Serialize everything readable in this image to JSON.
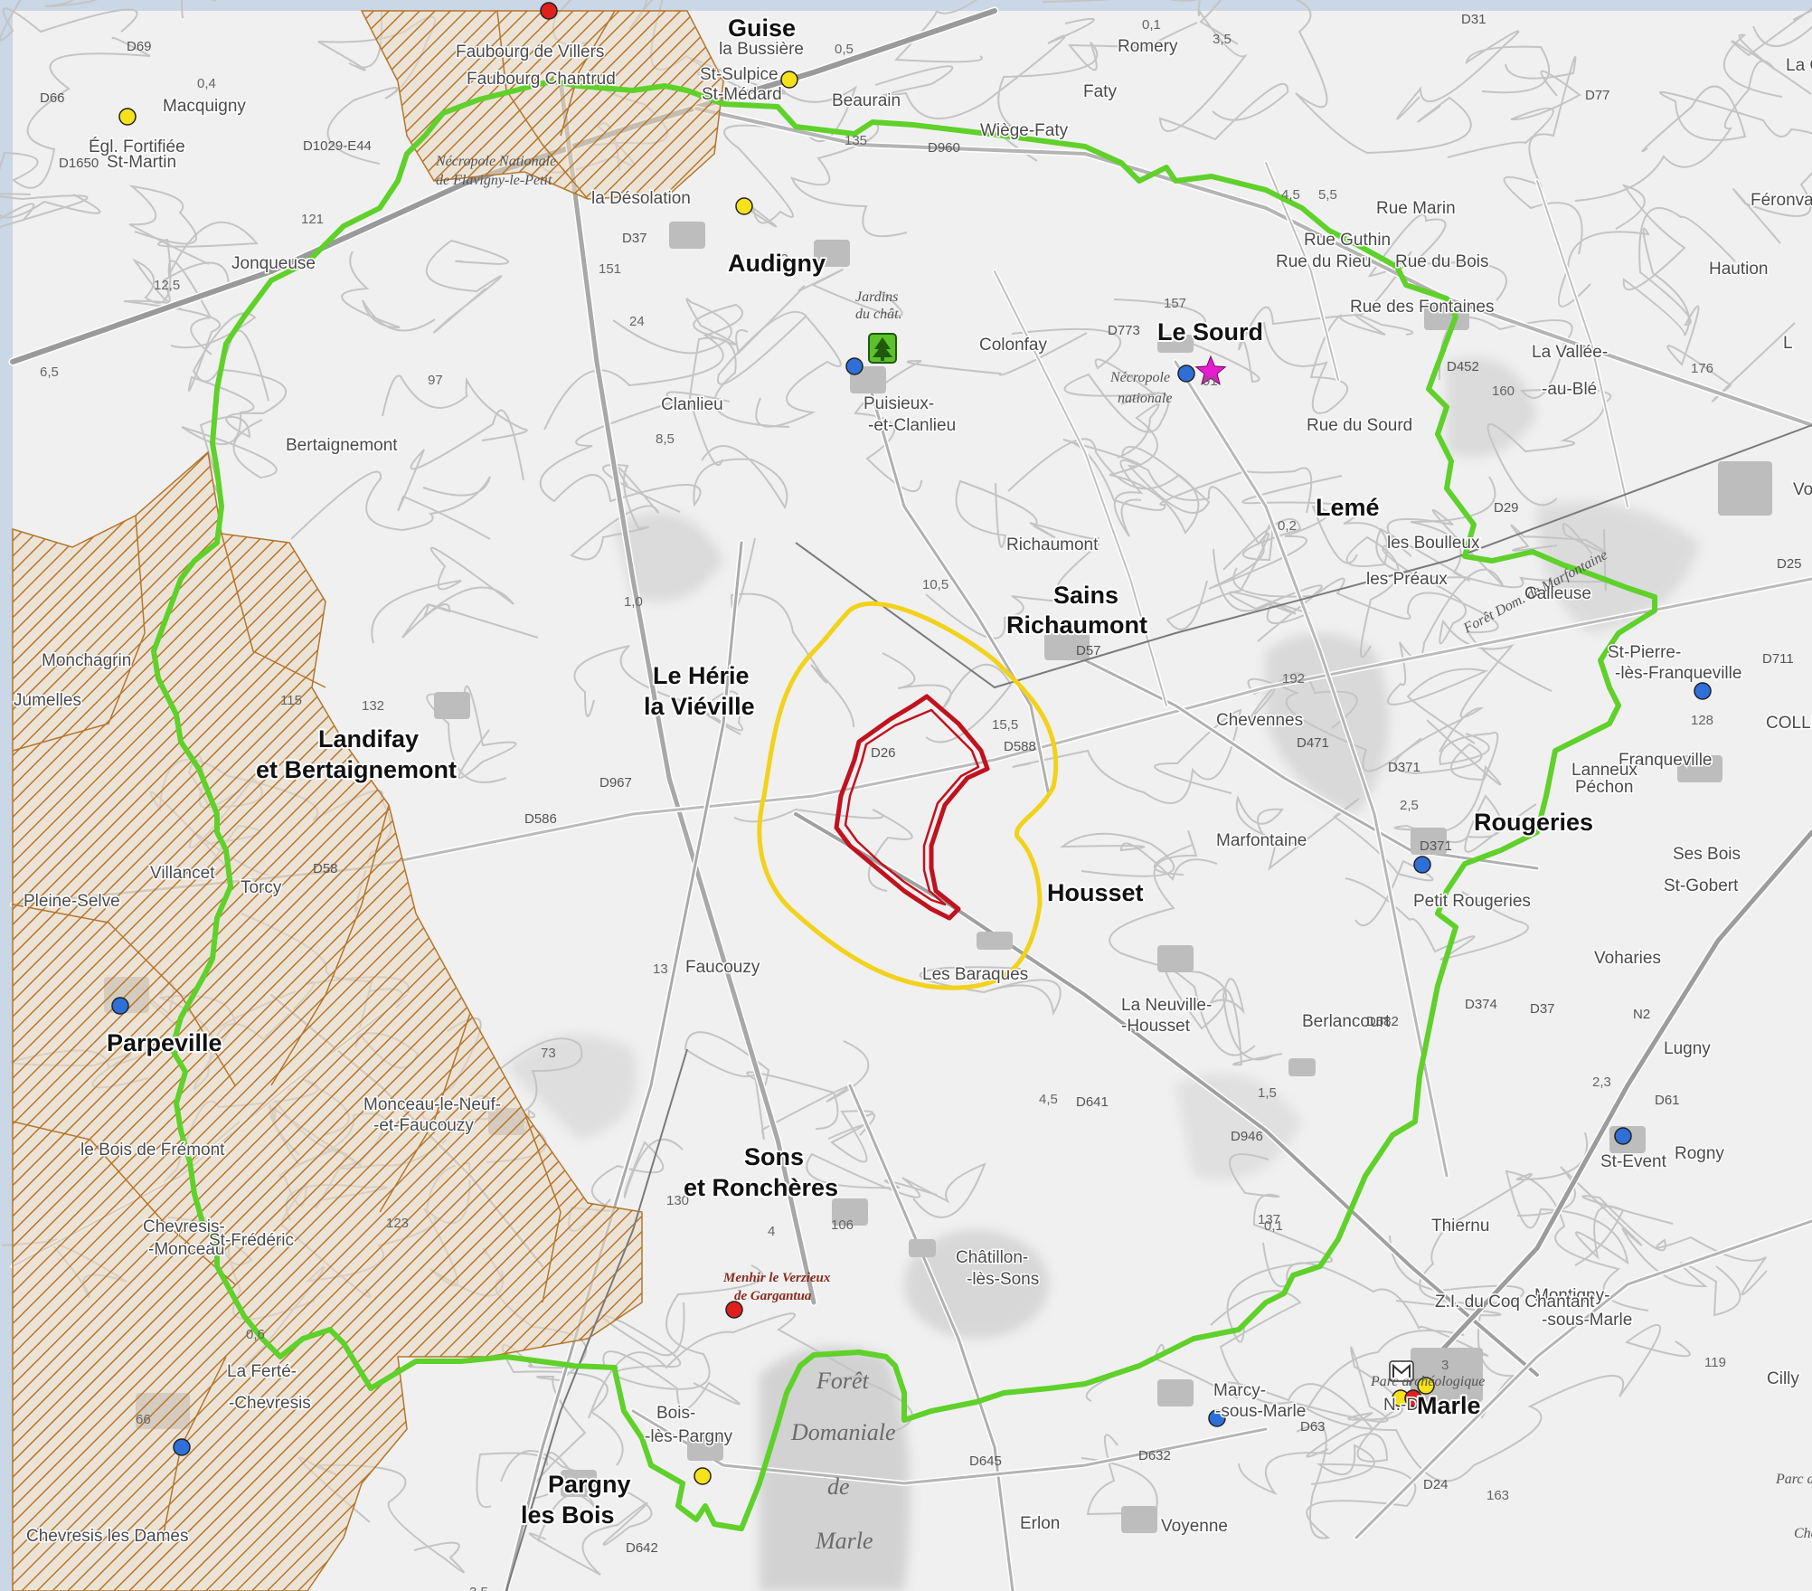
{
  "colors": {
    "background_map": "#f2f2f2",
    "frame": "#c9d7e6",
    "buffer_outer": "#5fd12a",
    "buffer_inner": "#f2d21b",
    "site_outline": "#c1121f",
    "hatch": "#b5762b",
    "dot_blue": "#2f6fd8",
    "dot_yellow": "#f5e21a",
    "dot_red": "#e0201c",
    "star": "#e81ccf",
    "tree_icon": "#5cc12a"
  },
  "places_major": [
    {
      "id": "guise",
      "label": "Guise"
    },
    {
      "id": "audigny",
      "label": "Audigny"
    },
    {
      "id": "le-sourd",
      "label": "Le Sourd"
    },
    {
      "id": "leme",
      "label": "Lemé"
    },
    {
      "id": "sains-1",
      "label": "Sains"
    },
    {
      "id": "sains-2",
      "label": "Richaumont"
    },
    {
      "id": "herie-1",
      "label": "Le Hérie"
    },
    {
      "id": "herie-2",
      "label": "la Viéville"
    },
    {
      "id": "landifay-1",
      "label": "Landifay"
    },
    {
      "id": "landifay-2",
      "label": "et Bertaignemont"
    },
    {
      "id": "rougeries",
      "label": "Rougeries"
    },
    {
      "id": "housset",
      "label": "Housset"
    },
    {
      "id": "parpeville",
      "label": "Parpeville"
    },
    {
      "id": "sons-1",
      "label": "Sons"
    },
    {
      "id": "sons-2",
      "label": "et Ronchères"
    },
    {
      "id": "pargny-1",
      "label": "Pargny"
    },
    {
      "id": "pargny-2",
      "label": "les Bois"
    },
    {
      "id": "marle",
      "label": "Marle"
    }
  ],
  "places_minor": [
    "Macquigny",
    "Égl. Fortifiée",
    "St-Martin",
    "Romery",
    "Wiège-Faty",
    "Beaurain",
    "la Bussière",
    "St-Sulpice",
    "St-Médard",
    "la Désolation",
    "Jonqueuse",
    "Colonfay",
    "Puisieux-",
    "-et-Clanlieu",
    "Clanlieu",
    "Bertaignemont",
    "Richaumont",
    "Chevennes",
    "Marfontaine",
    "Haution",
    "La Vallée-",
    "-au-Blé",
    "St-Pierre-",
    "-lès-Franqueville",
    "Franqueville",
    "St-Gobert",
    "Voharies",
    "Lugny",
    "Rogny",
    "St-Event",
    "Thiernu",
    "Montigny-",
    "-sous-Marle",
    "Berlancourt",
    "La Neuville-",
    "-Housset",
    "Châtillon-",
    "-lès-Sons",
    "Marcy-",
    "-sous-Marle",
    "Erlon",
    "Voyenne",
    "Bois-",
    "-lès-Pargny",
    "Monceau-le-Neuf-",
    "-et-Faucouzy",
    "Faucouzy",
    "Les Baraques",
    "Pleine-Selve",
    "Chevresis-",
    "-Monceau",
    "St-Frédéric",
    "La Ferté-",
    "-Chevresis",
    "Villancet",
    "Torcy",
    "Monchagrin",
    "Jumelles",
    "le Bois de Frémont",
    "Chevresis les Dames",
    "Cilly",
    "Vo",
    "L",
    "Féronval",
    "La Coupille",
    "Rue Marin",
    "Rue Guthin",
    "Rue du Bois",
    "Rue du Rieu",
    "Rue des Fontaines",
    "Rue du Sourd",
    "les Boulleux",
    "les Préaux",
    "Calleuse",
    "Lanneux",
    "Péchon",
    "Ses Bois",
    "Petit Rougeries",
    "Faubourg Chantrud",
    "Faubourg de Villers",
    "N.-D.",
    "Z.I. du Coq Chantant",
    "Faty",
    "COLLIN"
  ],
  "italic_labels": [
    "Nécropole Nationale",
    "de Flavigny-le-Petit",
    "Jardins",
    "du chât.",
    "Nécropole",
    "nationale",
    "Forêt Dom. de Marfontaine",
    "Parc archéologique",
    "Parc de l'île aux Oiseaux",
    "Châ"
  ],
  "red_labels": [
    "Menhir le Verzieux",
    "de Gargantua"
  ],
  "forest_labels": [
    "Forêt",
    "Domaniale",
    "de",
    "Marle"
  ],
  "road_labels": [
    "D960",
    "D31",
    "D37",
    "D773",
    "D26",
    "D452",
    "D29",
    "D57",
    "D588",
    "D967",
    "D586",
    "D58",
    "D641",
    "D946",
    "D582",
    "D371",
    "D374",
    "D37",
    "N2",
    "D61",
    "D632",
    "D645",
    "D642",
    "D63",
    "D24",
    "D1029-E44",
    "D1650",
    "D66",
    "D69",
    "D371",
    "D471",
    "D711",
    "D77",
    "D25"
  ],
  "numeric_labels": [
    "0,4",
    "0,1",
    "0,5",
    "0,3",
    "3,5",
    "4,5",
    "135",
    "151",
    "121",
    "12,5",
    "6,5",
    "97",
    "10,5",
    "1,0",
    "132",
    "115",
    "13",
    "4",
    "0,2",
    "5,5",
    "160",
    "176",
    "192",
    "0,1",
    "2,5",
    "128",
    "119",
    "163",
    "137",
    "106",
    "130",
    "123",
    "66",
    "73",
    "1,5",
    "3",
    "2,3",
    "91",
    "157",
    "24",
    "8,5",
    "15,5",
    "4,5",
    "3,5",
    "0,6"
  ]
}
